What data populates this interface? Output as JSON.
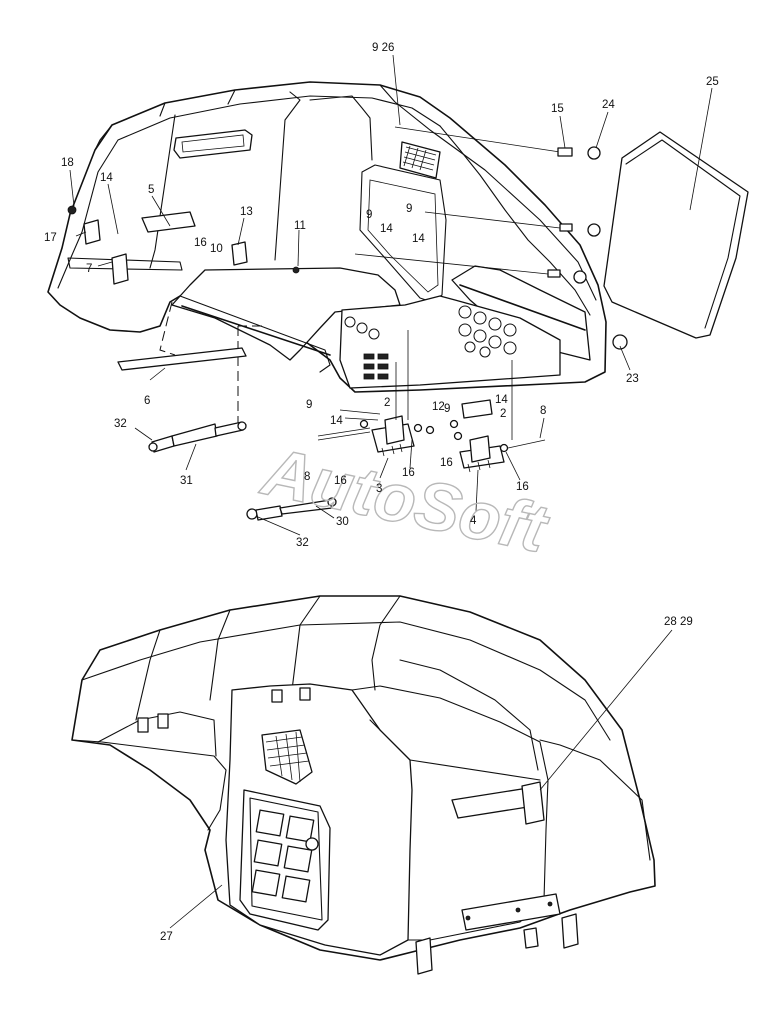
{
  "watermark": "AutoSoft",
  "upper_view": {
    "callouts": [
      {
        "id": "c9-26",
        "text": "9  26"
      },
      {
        "id": "c15",
        "text": "15"
      },
      {
        "id": "c24",
        "text": "24"
      },
      {
        "id": "c25",
        "text": "25"
      },
      {
        "id": "c18",
        "text": "18"
      },
      {
        "id": "c14a",
        "text": "14"
      },
      {
        "id": "c5",
        "text": "5"
      },
      {
        "id": "c13",
        "text": "13"
      },
      {
        "id": "c11",
        "text": "11"
      },
      {
        "id": "c9a",
        "text": "9"
      },
      {
        "id": "c14b",
        "text": "14"
      },
      {
        "id": "c9b",
        "text": "9"
      },
      {
        "id": "c14c",
        "text": "14"
      },
      {
        "id": "c17",
        "text": "17"
      },
      {
        "id": "c16a",
        "text": "16"
      },
      {
        "id": "c10",
        "text": "10"
      },
      {
        "id": "c7",
        "text": "7"
      },
      {
        "id": "c6",
        "text": "6"
      },
      {
        "id": "c23",
        "text": "23"
      },
      {
        "id": "c9c",
        "text": "9"
      },
      {
        "id": "c2a",
        "text": "2"
      },
      {
        "id": "c14d",
        "text": "14"
      },
      {
        "id": "c12",
        "text": "12"
      },
      {
        "id": "c9d",
        "text": "9"
      },
      {
        "id": "c14e",
        "text": "14"
      },
      {
        "id": "c2b",
        "text": "2"
      },
      {
        "id": "c8a",
        "text": "8"
      },
      {
        "id": "c32a",
        "text": "32"
      },
      {
        "id": "c31",
        "text": "31"
      },
      {
        "id": "c8b",
        "text": "8"
      },
      {
        "id": "c16b",
        "text": "16"
      },
      {
        "id": "c16c",
        "text": "16"
      },
      {
        "id": "c16d",
        "text": "16"
      },
      {
        "id": "c16e",
        "text": "16"
      },
      {
        "id": "c3",
        "text": "3"
      },
      {
        "id": "c30",
        "text": "30"
      },
      {
        "id": "c4",
        "text": "4"
      },
      {
        "id": "c32b",
        "text": "32"
      }
    ]
  },
  "lower_view": {
    "callouts": [
      {
        "id": "c28-29",
        "text": "28  29"
      },
      {
        "id": "c27",
        "text": "27"
      }
    ]
  }
}
